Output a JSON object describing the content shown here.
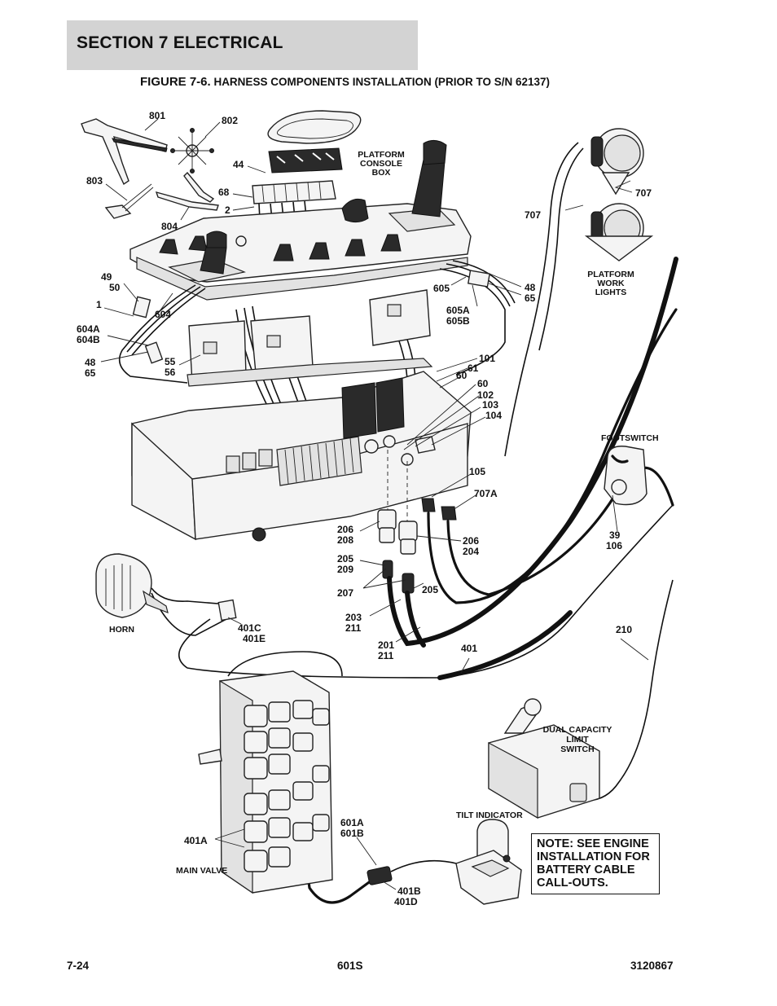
{
  "header": {
    "section_title": "SECTION 7   ELECTRICAL",
    "figure_lead": "FIGURE 7-6.",
    "figure_title": " HARNESS COMPONENTS INSTALLATION (PRIOR TO S/N 62137)"
  },
  "callouts": {
    "c801": "801",
    "c802": "802",
    "c803": "803",
    "c804": "804",
    "c44": "44",
    "c68": "68",
    "c2": "2",
    "c49": "49",
    "c50": "50",
    "c1": "1",
    "c604": "604",
    "c604a": "604A",
    "c604b": "604B",
    "c48a": "48",
    "c65a": "65",
    "c55": "55",
    "c56": "56",
    "c605": "605",
    "c605a": "605A",
    "c605b": "605B",
    "c48b": "48",
    "c65b": "65",
    "c707a": "707",
    "c707b": "707",
    "c101": "101",
    "c61": "61",
    "c60a": "60",
    "c60b": "60",
    "c102": "102",
    "c103": "103",
    "c104": "104",
    "c105": "105",
    "c707A": "707A",
    "c206a": "206",
    "c208": "208",
    "c206b": "206",
    "c204": "204",
    "c205a": "205",
    "c209": "209",
    "c207": "207",
    "c205b": "205",
    "c203": "203",
    "c211a": "211",
    "c201": "201",
    "c211b": "211",
    "c401": "401",
    "c210": "210",
    "c39": "39",
    "c106": "106",
    "c401c": "401C",
    "c401e": "401E",
    "c401a": "401A",
    "c601a": "601A",
    "c601b": "601B",
    "c401b": "401B",
    "c401d": "401D"
  },
  "component_labels": {
    "console_l1": "PLATFORM",
    "console_l2": "CONSOLE",
    "console_l3": "BOX",
    "lights_l1": "PLATFORM",
    "lights_l2": "WORK",
    "lights_l3": "LIGHTS",
    "footswitch": "FOOTSWITCH",
    "horn": "HORN",
    "limit_l1": "DUAL CAPACITY",
    "limit_l2": "LIMIT",
    "limit_l3": "SWITCH",
    "tilt": "TILT INDICATOR",
    "main_valve": "MAIN VALVE"
  },
  "note": "NOTE: SEE ENGINE\nINSTALLATION FOR\nBATTERY CABLE\nCALL-OUTS.",
  "footer": {
    "page": "7-24",
    "model": "601S",
    "doc_number": "3120867"
  }
}
